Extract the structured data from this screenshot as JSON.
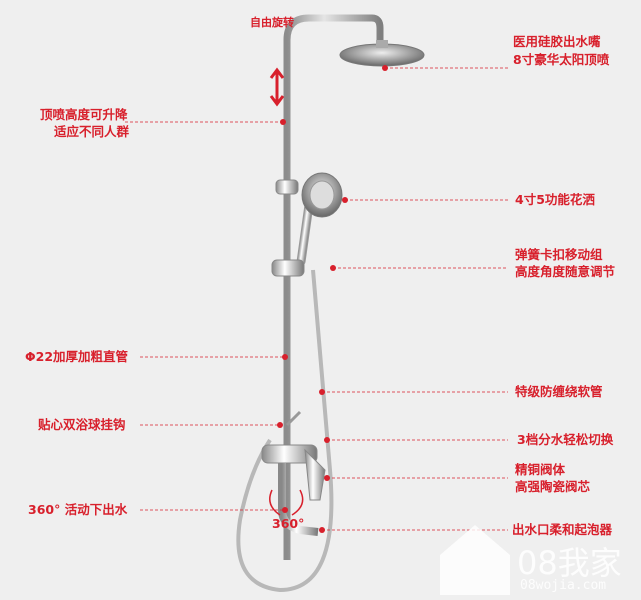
{
  "labels": {
    "rotate": "自由旋转",
    "top_nozzle_1": "医用硅胶出水嘴",
    "top_nozzle_2": "8寸豪华太阳顶喷",
    "height_1": "顶喷高度可升降",
    "height_2": "适应不同人群",
    "handheld": "4寸5功能花洒",
    "clip_1": "弹簧卡扣移动组",
    "clip_2": "高度角度随意调节",
    "pipe": "Φ22加厚加粗直管",
    "hose": "特级防缠绕软管",
    "hook": "贴心双浴球挂钩",
    "diverter": "3档分水轻松切换",
    "valve_1": "精铜阀体",
    "valve_2": "高强陶瓷阀芯",
    "spout": "360°  活动下出水",
    "spout_deg": "360°",
    "aerator": "出水口柔和起泡器"
  },
  "watermark": {
    "brand": "08我家",
    "url": "08wojia.com"
  },
  "colors": {
    "accent": "#d8202c"
  }
}
